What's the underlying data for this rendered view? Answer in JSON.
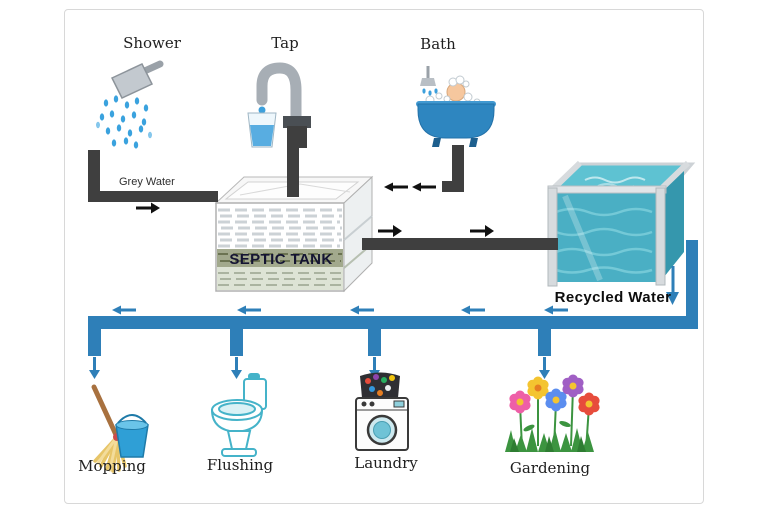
{
  "diagram": {
    "sources": [
      {
        "id": "shower",
        "label": "Shower"
      },
      {
        "id": "tap",
        "label": "Tap"
      },
      {
        "id": "bath",
        "label": "Bath"
      }
    ],
    "labels": {
      "grey_water": "Grey Water",
      "septic_tank": "SEPTIC TANK",
      "recycled_water": "Recycled Water"
    },
    "destinations": [
      {
        "id": "mopping",
        "label": "Mopping"
      },
      {
        "id": "flushing",
        "label": "Flushing"
      },
      {
        "id": "laundry",
        "label": "Laundry"
      },
      {
        "id": "gardening",
        "label": "Gardening"
      }
    ],
    "colors": {
      "grey_pipe": "#3f3f3f",
      "blue_pipe": "#2e7fb8",
      "arrow_black": "#111111",
      "water_teal": "#4aafc4"
    }
  }
}
